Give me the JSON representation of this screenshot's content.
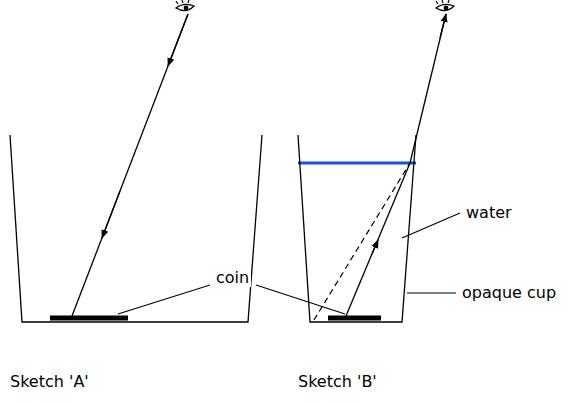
{
  "diagram": {
    "labels": [
      "coin",
      "water",
      "opaque cup",
      "Sketch 'A'",
      "Sketch 'B'"
    ]
  }
}
